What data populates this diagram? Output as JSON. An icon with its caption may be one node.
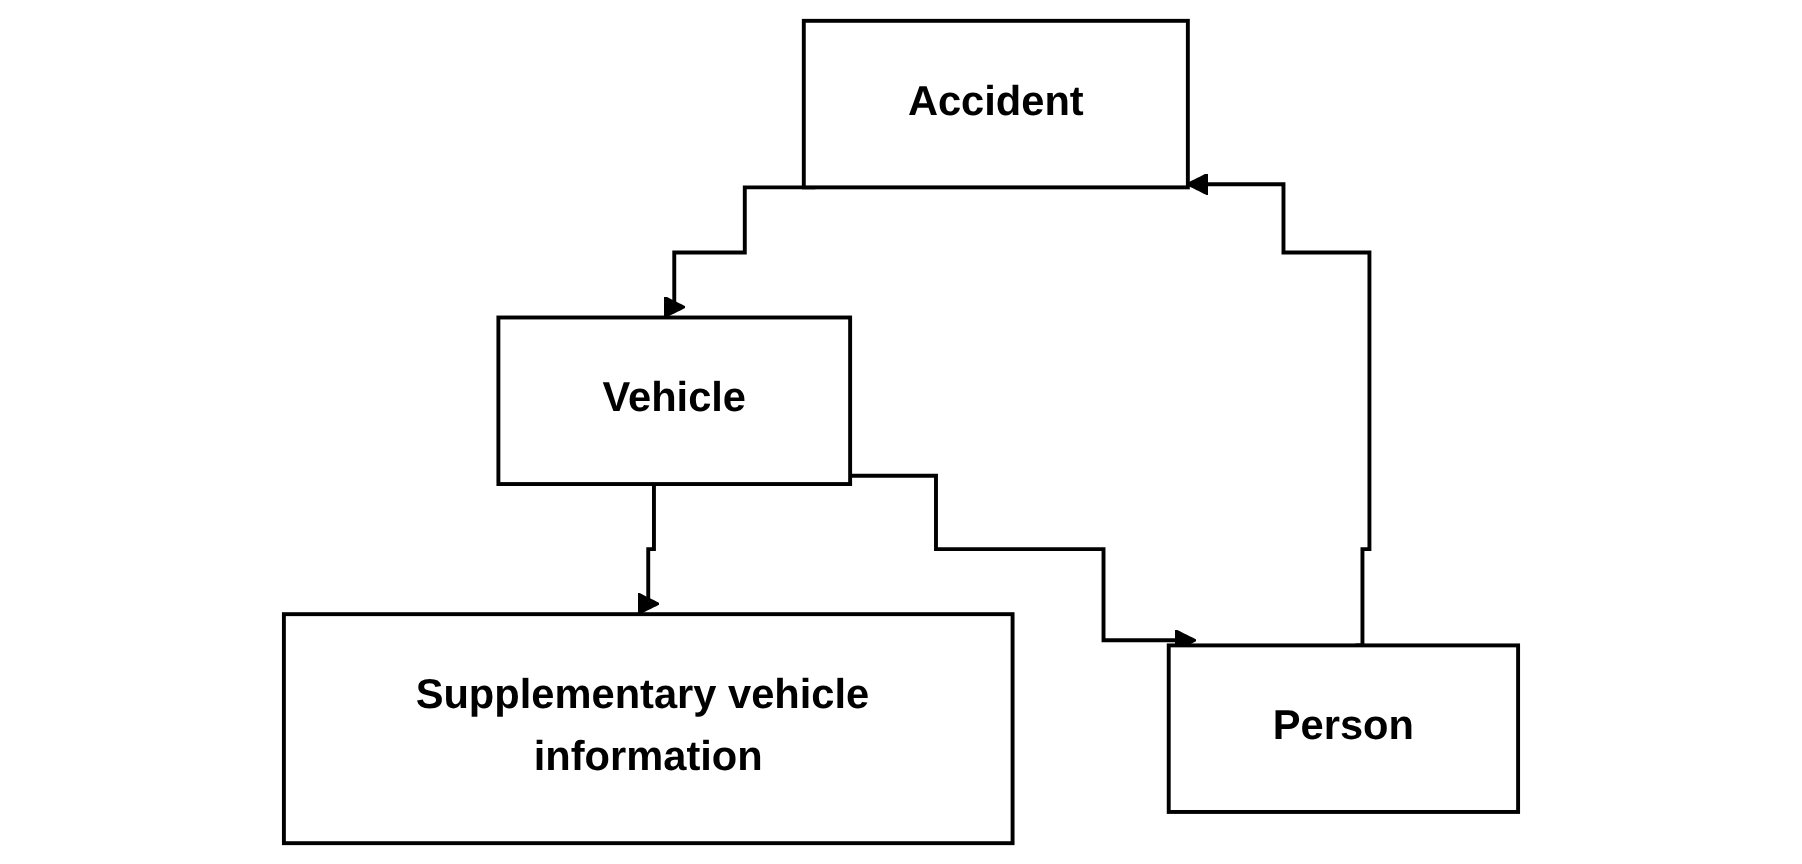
{
  "diagram": {
    "nodes": [
      {
        "text": [
          "Accident"
        ]
      },
      {
        "text": [
          "Vehicle"
        ]
      },
      {
        "text": [
          "Supplementary vehicle information"
        ]
      },
      {
        "text": [
          "Person"
        ]
      }
    ],
    "edges": [
      {
        "from": 0,
        "to": 1,
        "arrow": "to"
      },
      {
        "from": 1,
        "to": 2,
        "arrow": "to"
      },
      {
        "from": 1,
        "to": 3,
        "arrow": "to"
      },
      {
        "from": 3,
        "to": 0,
        "arrow": "to"
      }
    ]
  }
}
